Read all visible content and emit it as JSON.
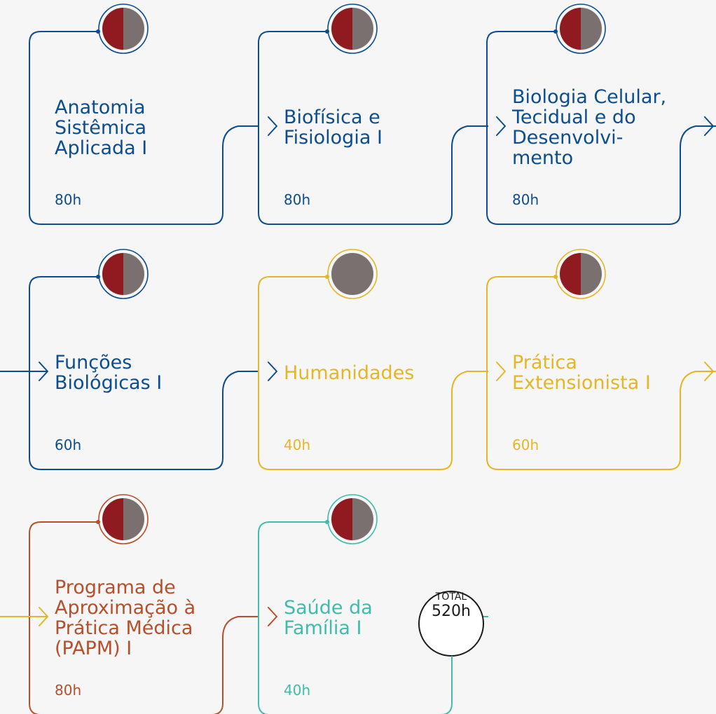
{
  "colors": {
    "blue": "#0c4d8f",
    "yellow": "#e4b628",
    "orange": "#b5502a",
    "teal": "#3fbcaa",
    "dark_red": "#8f1b20",
    "gray": "#7a7070"
  },
  "modules": [
    {
      "title": "Anatomia\nSistêmica\nAplicada I",
      "hours": "80h",
      "color": "#0c4d8f",
      "icon": "half-circle-icon"
    },
    {
      "title": "Biofísica e\nFisiologia I",
      "hours": "80h",
      "color": "#0c4d8f",
      "icon": "half-circle-icon"
    },
    {
      "title": "Biologia Celular,\nTecidual e do\nDesenvolvi-\nmento",
      "hours": "80h",
      "color": "#0c4d8f",
      "icon": "half-circle-icon"
    },
    {
      "title": "Funções\nBiológicas I",
      "hours": "60h",
      "color": "#0c4d8f",
      "icon": "half-circle-icon"
    },
    {
      "title": "Humanidades",
      "hours": "40h",
      "color": "#e4b628",
      "icon": "full-gray-circle-icon"
    },
    {
      "title": "Prática\nExtensionista I",
      "hours": "60h",
      "color": "#e4b628",
      "icon": "half-circle-icon"
    },
    {
      "title": "Programa de\nAproximação à\nPrática Médica\n(PAPM) I",
      "hours": "80h",
      "color": "#b5502a",
      "icon": "half-circle-icon"
    },
    {
      "title": "Saúde da\nFamília I",
      "hours": "40h",
      "color": "#3fbcaa",
      "icon": "half-circle-icon"
    }
  ],
  "total": {
    "label": "TOTAL",
    "value": "520h"
  }
}
